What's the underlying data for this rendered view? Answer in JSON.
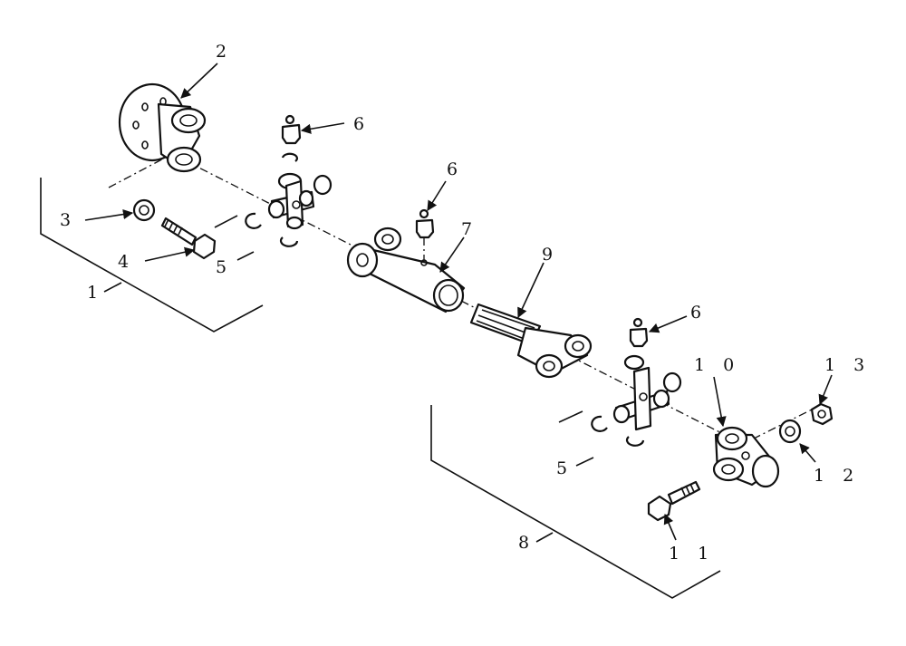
{
  "callouts": {
    "c1": "1",
    "c2": "2",
    "c3": "3",
    "c4": "4",
    "c5a": "5",
    "c5b": "5",
    "c6a": "6",
    "c6b": "6",
    "c6c": "6",
    "c7": "7",
    "c8": "8",
    "c9": "9",
    "c10": "1 0",
    "c11": "1 1",
    "c12": "1 2",
    "c13": "1 3"
  },
  "colors": {
    "ink": "#111111",
    "paper": "#ffffff"
  }
}
